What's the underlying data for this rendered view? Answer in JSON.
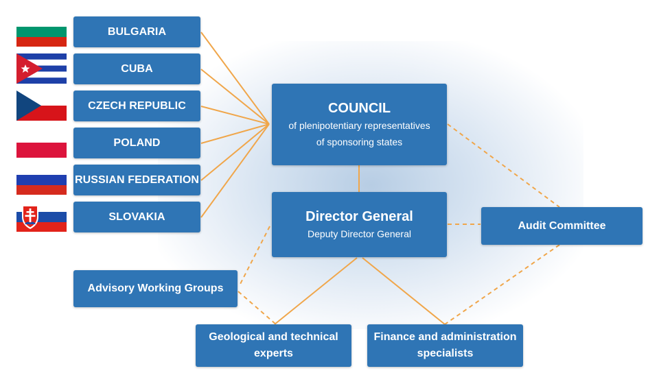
{
  "countries": [
    {
      "name": "BULGARIA",
      "flag": "bulgaria-flag"
    },
    {
      "name": "CUBA",
      "flag": "cuba-flag"
    },
    {
      "name": "CZECH REPUBLIC",
      "flag": "czech-flag"
    },
    {
      "name": "POLAND",
      "flag": "poland-flag"
    },
    {
      "name": "RUSSIAN FEDERATION",
      "flag": "russia-flag"
    },
    {
      "name": "SLOVAKIA",
      "flag": "slovakia-flag"
    }
  ],
  "council": {
    "title": "COUNCIL",
    "line1": "of plenipotentiary representatives",
    "line2": "of sponsoring states"
  },
  "director": {
    "title": "Director General",
    "subtitle": "Deputy Director General"
  },
  "audit": {
    "label": "Audit Committee"
  },
  "advisory": {
    "label": "Advisory Working Groups"
  },
  "geological": {
    "line1": "Geological and technical",
    "line2": "experts"
  },
  "finance": {
    "line1": "Finance and administration",
    "line2": "specialists"
  },
  "colors": {
    "box": "#2f75b5",
    "connector": "#f0a64a",
    "glow": "#b7cde4",
    "text": "#ffffff"
  }
}
